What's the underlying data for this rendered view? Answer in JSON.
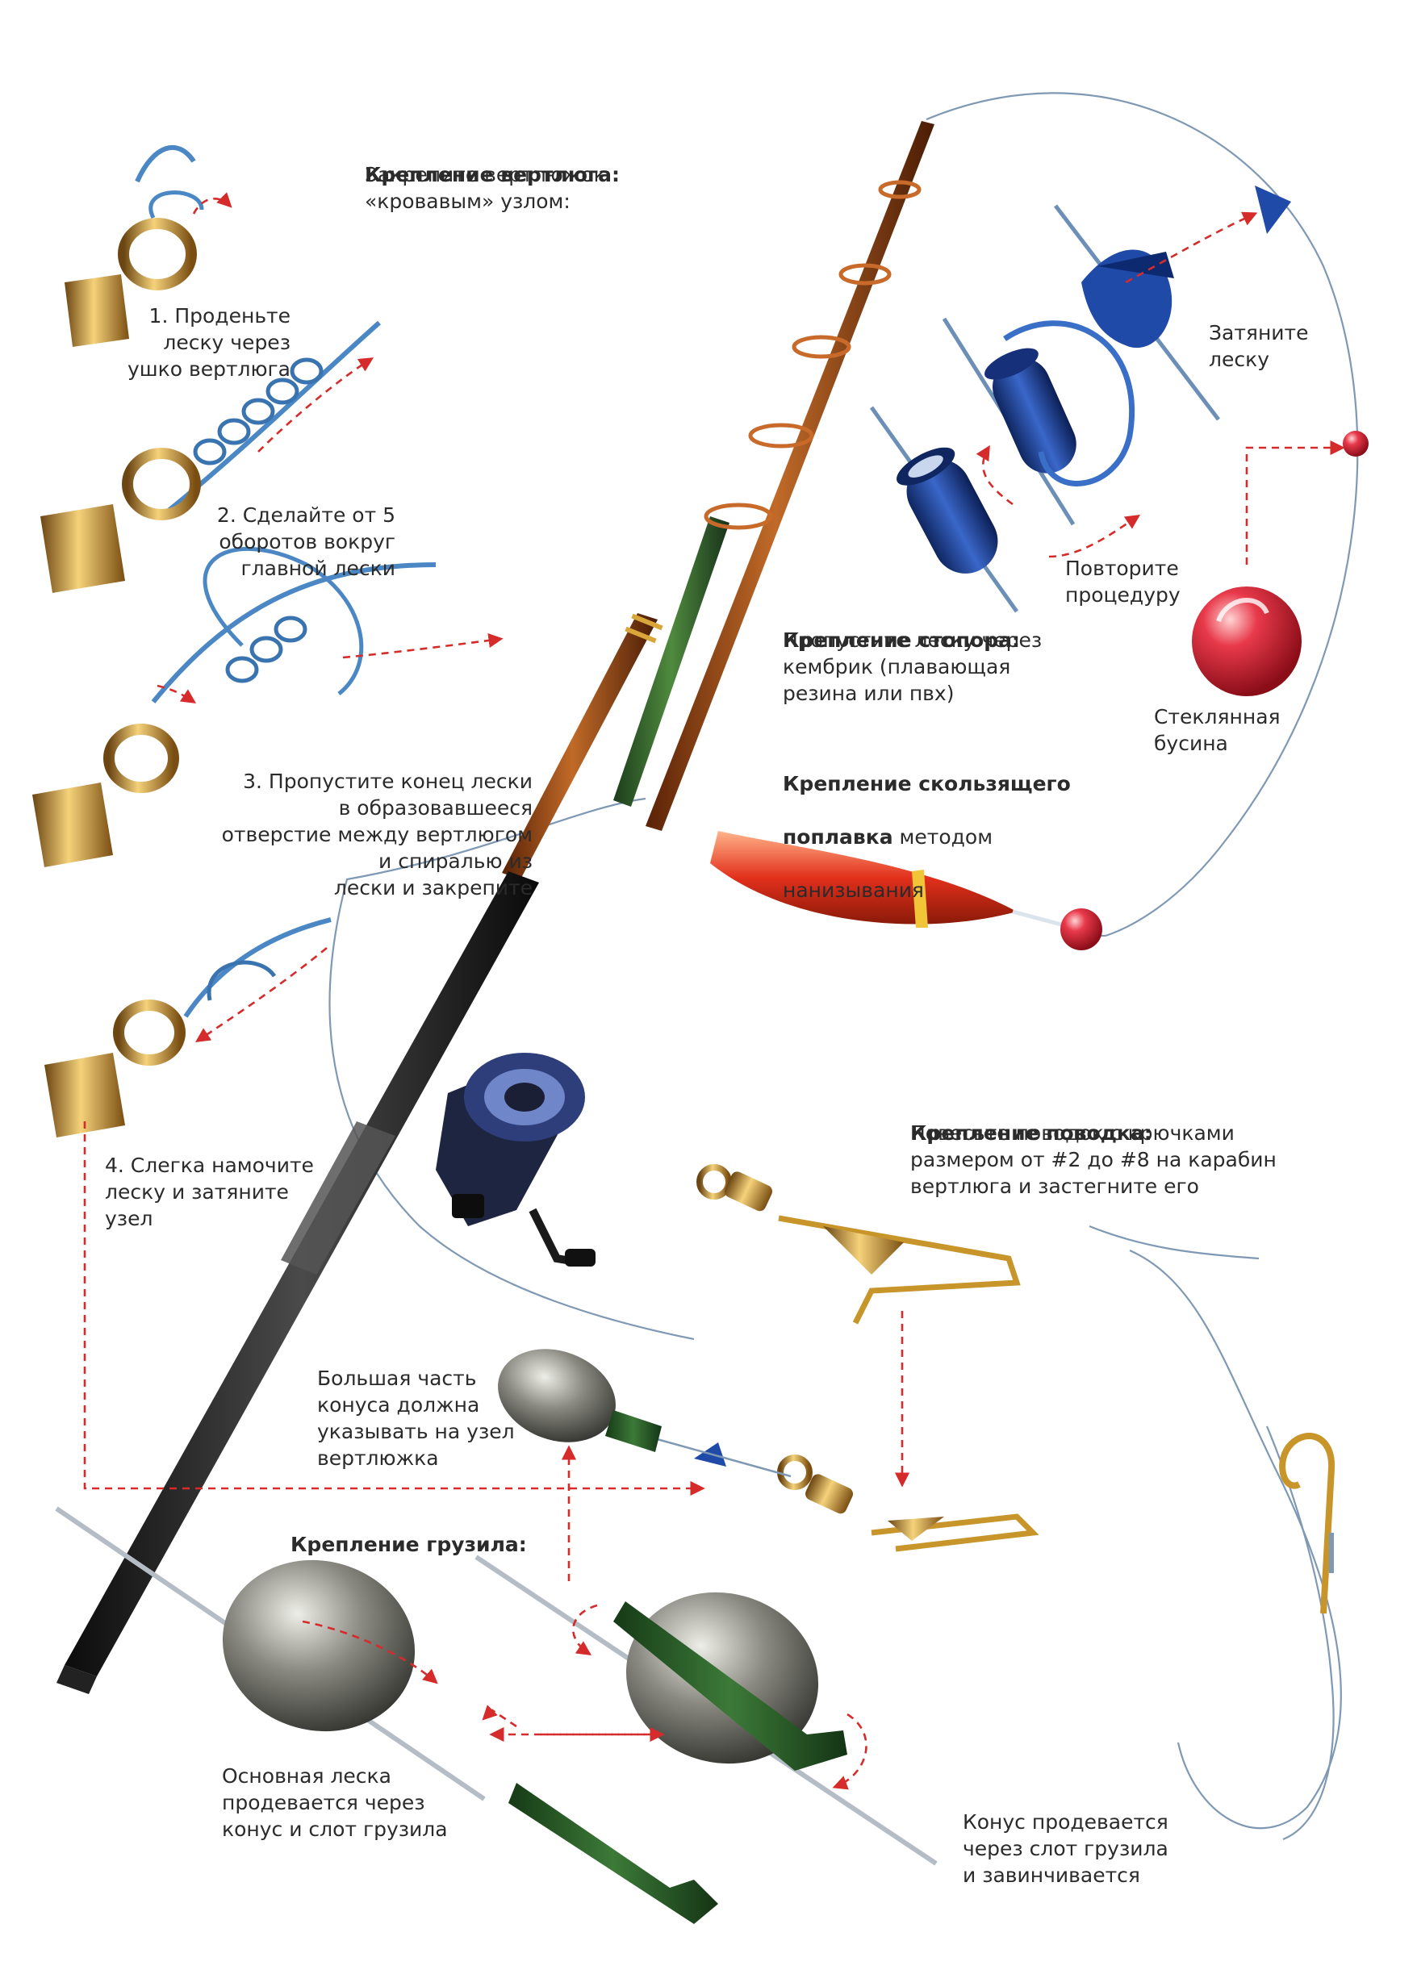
{
  "swivel": {
    "title": "Крепление вертлюга:",
    "subtitle": "Закрепите вертлюжок\n«кровавым»  узлом:",
    "step1": "1. Проденьте\nлеску через\nушко вертлюга",
    "step2": "2. Сделайте от 5\nоборотов вокруг\nглавной лески",
    "step3": "3. Пропустите конец лески\nв образовавшееся\nотверстие между вертлюгом\nи спиралью из\nлески и закрепите",
    "step4": "4. Слегка намочите\nлеску и затяните\nузел"
  },
  "stopper": {
    "pull_line": "Затяните\nлеску",
    "repeat": "Повторите\nпроцедуру",
    "title": "Крепление стопора:",
    "text": "Пропустите леску через\nкембрик (плавающая\nрезина или пвх)",
    "bead": "Стеклянная\nбусина"
  },
  "float": {
    "title_line1": "Крепление скользящего",
    "title_line2": "поплавка",
    "text_rest": " методом",
    "text_line3": "нанизывания"
  },
  "leader": {
    "title": "Крепление поводка:",
    "text": "Повесьте поводок с крючками\nразмером от #2 до #8 на карабин\nвертлюга и застегните его"
  },
  "sinker": {
    "cone_note": "Большая часть\nконуса должна\nуказывать на узел\nвертлюжка",
    "title": "Крепление грузила:",
    "main_line": "Основная леска\nпродевается через\nконус и слот грузила",
    "cone_through": "Конус продевается\nчерез слот грузила\nи завинчивается"
  },
  "colors": {
    "accent_red": "#d62b2b",
    "line_blue": "#4a87c4",
    "rod_brown": "#8a3d12",
    "rod_green": "#2f5e2a",
    "float_red": "#e02a1c",
    "float_orange": "#f07a1e",
    "lead_grey": "#8c8c86",
    "brass": "#c8952b",
    "stopper_blue": "#1f3f8a"
  }
}
